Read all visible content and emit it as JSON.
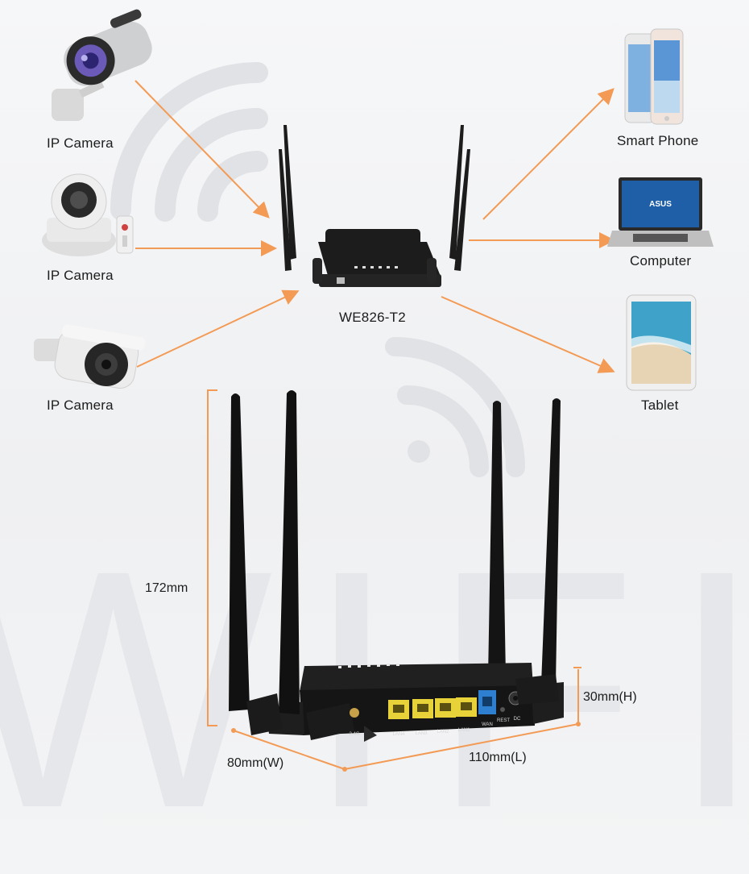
{
  "watermark": {
    "text": "WIFI"
  },
  "router": {
    "model": "WE826-T2",
    "ports": [
      "LAN4",
      "LAN3",
      "LAN2",
      "LAN1",
      "WAN",
      "REST",
      "DC"
    ],
    "antenna_label": "2.4G"
  },
  "inputs": [
    {
      "label": "IP Camera",
      "icon": "bullet-camera-icon"
    },
    {
      "label": "IP Camera",
      "icon": "dome-camera-icon"
    },
    {
      "label": "IP Camera",
      "icon": "ir-camera-icon"
    }
  ],
  "outputs": [
    {
      "label": "Smart Phone",
      "icon": "smartphone-icon"
    },
    {
      "label": "Computer",
      "icon": "laptop-icon",
      "brand": "ASUS"
    },
    {
      "label": "Tablet",
      "icon": "tablet-icon"
    }
  ],
  "dimensions": {
    "height": "172mm",
    "width": "80mm(W)",
    "length": "110mm(L)",
    "depth": "30mm(H)"
  },
  "colors": {
    "arrow": "#f39a55",
    "router": "#1b1b1b",
    "port_lan": "#e8d23a",
    "port_wan": "#2f7fd0"
  }
}
